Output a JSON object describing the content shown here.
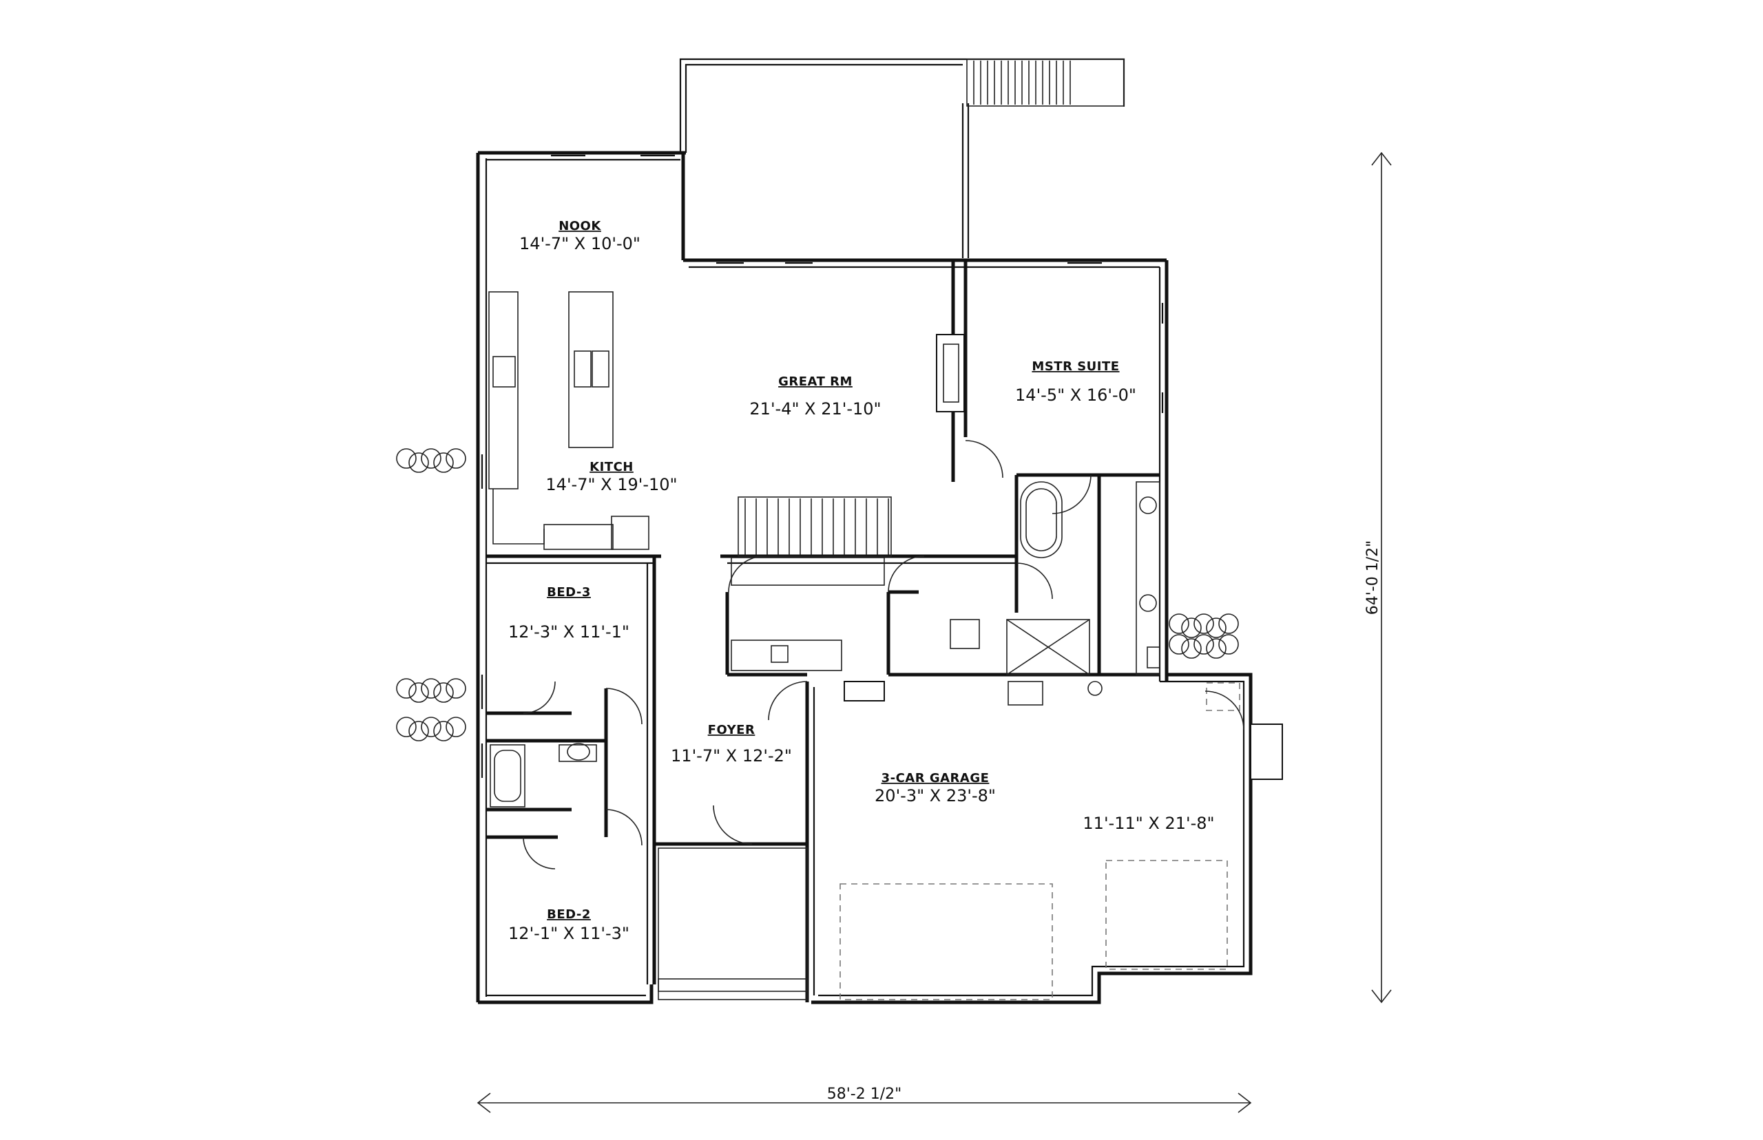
{
  "rooms": {
    "nook": {
      "name": "NOOK",
      "dim": "14'-7\" X 10'-0\""
    },
    "great": {
      "name": "GREAT RM",
      "dim": "21'-4\" X 21'-10\""
    },
    "mstr": {
      "name": "MSTR SUITE",
      "dim": "14'-5\" X 16'-0\""
    },
    "kitch": {
      "name": "KITCH",
      "dim": "14'-7\" X 19'-10\""
    },
    "bed3": {
      "name": "BED-3",
      "dim": "12'-3\" X 11'-1\""
    },
    "foyer": {
      "name": "FOYER",
      "dim": "11'-7\" X 12'-2\""
    },
    "garage": {
      "name": "3-CAR GARAGE",
      "dim": "20'-3\" X 23'-8\""
    },
    "garage2": {
      "dim": "11'-11\" X 21'-8\""
    },
    "bed2": {
      "name": "BED-2",
      "dim": "12'-1\" X 11'-3\""
    }
  },
  "overall": {
    "width": "58'-2 1/2\"",
    "depth": "64'-0 1/2\""
  }
}
